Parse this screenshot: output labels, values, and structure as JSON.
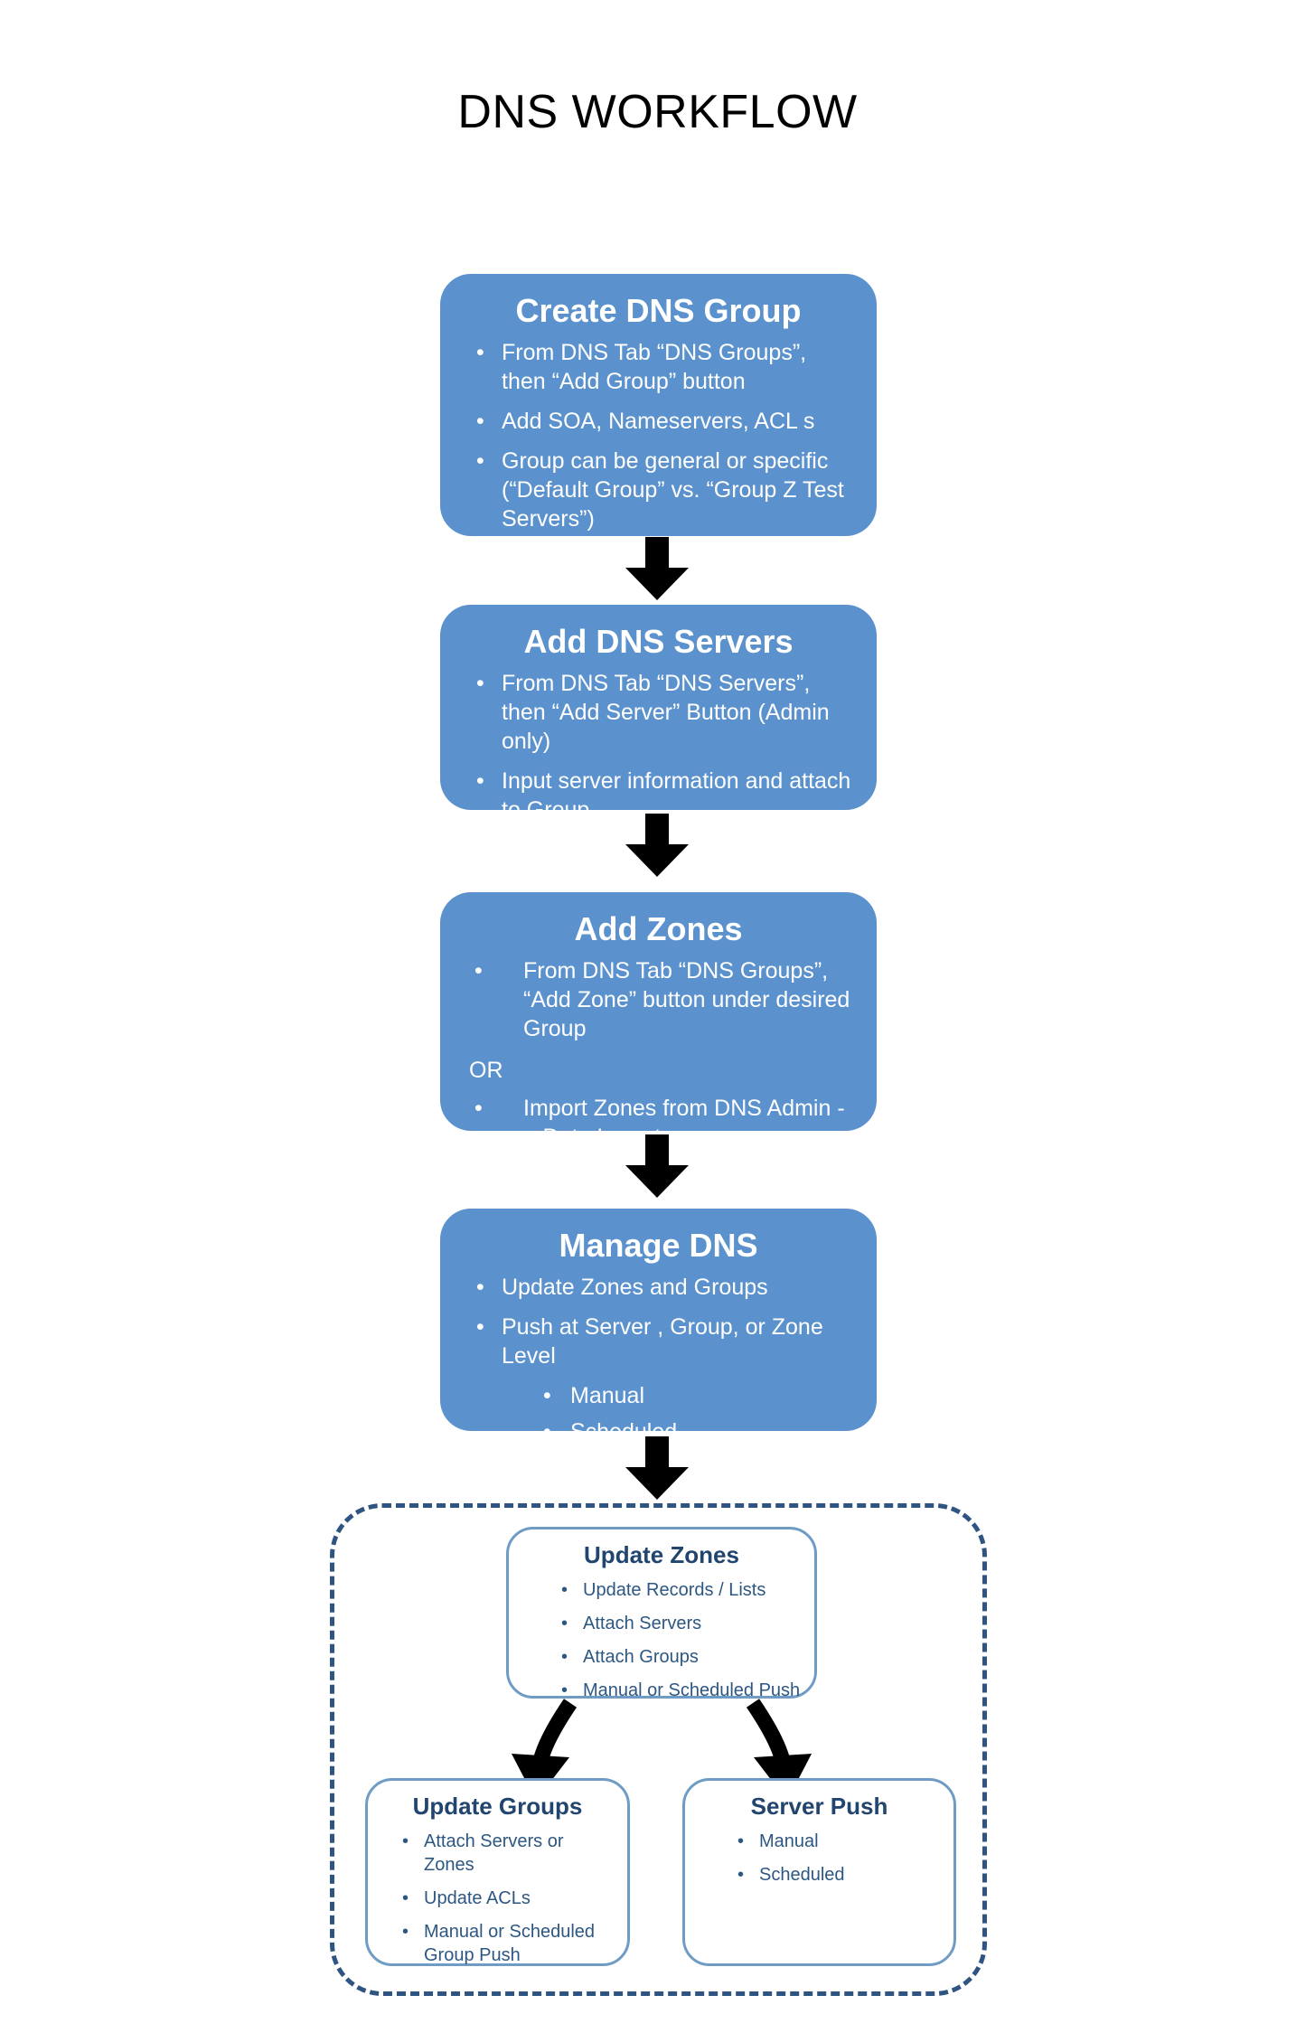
{
  "title": "DNS WORKFLOW",
  "colors": {
    "stage_fill": "#5b92cd",
    "stage_text": "#ffffff",
    "outline_border": "#6f9cc4",
    "outline_title_text": "#21456f",
    "outline_body_text": "#2d5783",
    "dashed_border": "#2f5481",
    "arrow": "#000000",
    "page_background": "#ffffff"
  },
  "bullet_glyph": "•",
  "stages": [
    {
      "id": "create-dns-group",
      "title": "Create DNS Group",
      "bullets": [
        "From DNS Tab “DNS Groups”, then “Add Group” button",
        "Add SOA, Nameservers, ACL s",
        "Group can be general or specific (“Default Group” vs. “Group Z Test Servers”)"
      ]
    },
    {
      "id": "add-dns-servers",
      "title": "Add DNS Servers",
      "bullets": [
        "From DNS Tab “DNS Servers”, then “Add Server” Button (Admin only)",
        "Input server information and attach to Group"
      ]
    },
    {
      "id": "add-zones",
      "title": "Add  Zones",
      "bullets_before_or": [
        "From DNS Tab “DNS Groups”, “Add Zone” button under desired Group"
      ],
      "or_label": "OR",
      "bullets_after_or": [
        "Import Zones from DNS Admin -> Data Import"
      ]
    },
    {
      "id": "manage-dns",
      "title": "Manage DNS",
      "bullets": [
        "Update Zones and Groups",
        "Push at Server , Group, or Zone Level"
      ],
      "sub_bullets": [
        "Manual",
        "Scheduled"
      ]
    }
  ],
  "detail_group": {
    "update_zones": {
      "id": "update-zones",
      "title": "Update Zones",
      "bullets": [
        "Update Records / Lists",
        "Attach Servers",
        "Attach Groups",
        "Manual or Scheduled Push"
      ]
    },
    "update_groups": {
      "id": "update-groups",
      "title": "Update Groups",
      "bullets": [
        "Attach Servers or Zones",
        "Update ACLs",
        "Manual or Scheduled Group Push"
      ]
    },
    "server_push": {
      "id": "server-push",
      "title": "Server Push",
      "bullets": [
        "Manual",
        "Scheduled"
      ]
    }
  }
}
